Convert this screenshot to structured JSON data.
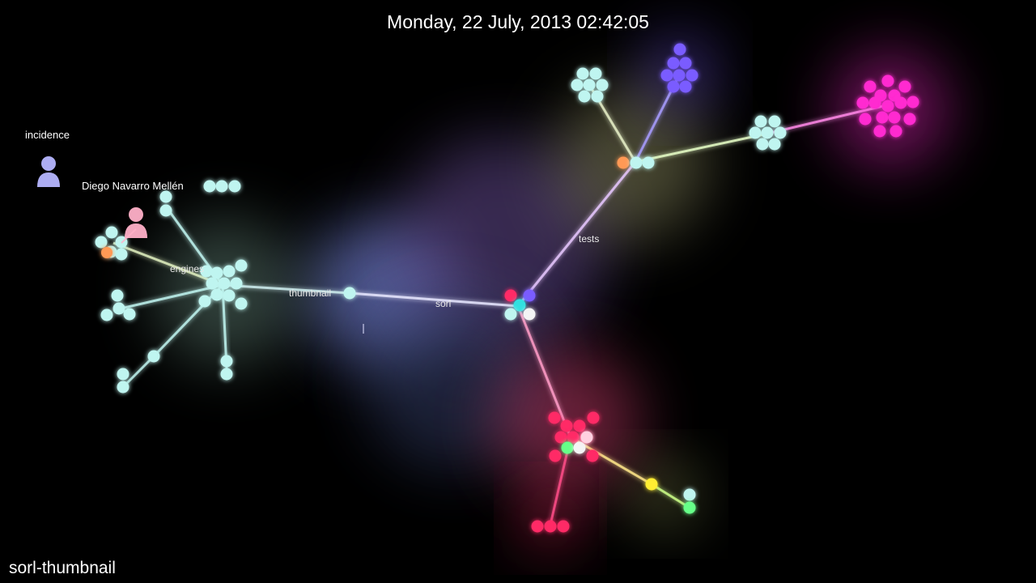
{
  "timestamp": "Monday, 22 July, 2013 02:42:05",
  "project_name": "sorl-thumbnail",
  "users": [
    {
      "name": "incidence",
      "color": "#b6b6ff"
    },
    {
      "name": "Diego Navarro Mellén",
      "color": "#ffb0c8"
    }
  ],
  "directories": [
    {
      "label": "engines"
    },
    {
      "label": "thumbnail"
    },
    {
      "label": "sorl"
    },
    {
      "label": "tests"
    }
  ],
  "colors": {
    "background": "#000000",
    "file_default": "#bff5f0",
    "file_purple": "#7a5cff",
    "file_magenta": "#ff2bd0",
    "file_crimson": "#ff2a66",
    "file_yellow": "#ffee33",
    "file_green": "#66ff88",
    "file_orange": "#ff9955",
    "file_white": "#f4f4f4"
  }
}
